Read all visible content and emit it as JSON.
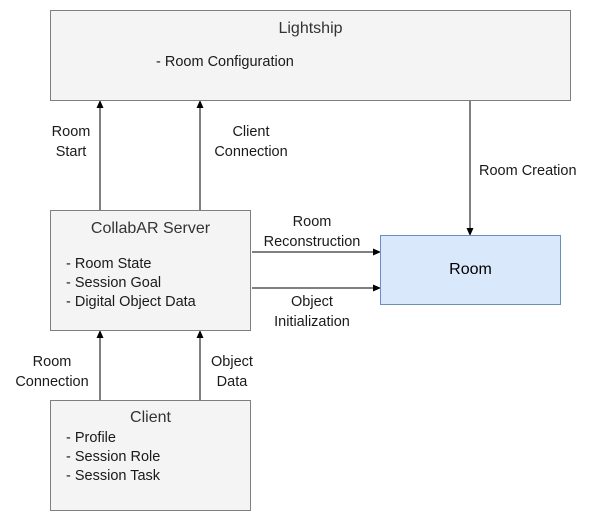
{
  "lightship": {
    "title": "Lightship",
    "items": [
      "Room Configuration"
    ]
  },
  "server": {
    "title": "CollabAR Server",
    "items": [
      "Room State",
      "Session Goal",
      "Digital Object Data"
    ]
  },
  "room": {
    "title": "Room"
  },
  "client": {
    "title": "Client",
    "items": [
      "Profile",
      "Session Role",
      "Session Task"
    ]
  },
  "edges": {
    "room_start": [
      "Room",
      "Start"
    ],
    "client_connection": [
      "Client",
      "Connection"
    ],
    "room_creation": "Room Creation",
    "room_reconstruction": [
      "Room",
      "Reconstruction"
    ],
    "object_initialization": [
      "Object",
      "Initialization"
    ],
    "room_connection": [
      "Room",
      "Connection"
    ],
    "object_data": [
      "Object",
      "Data"
    ]
  },
  "colors": {
    "node_fill": "#f4f4f4",
    "node_border": "#7f7f7f",
    "room_fill": "#dae8fc",
    "room_border": "#6c8ebf",
    "arrow": "#000000"
  }
}
